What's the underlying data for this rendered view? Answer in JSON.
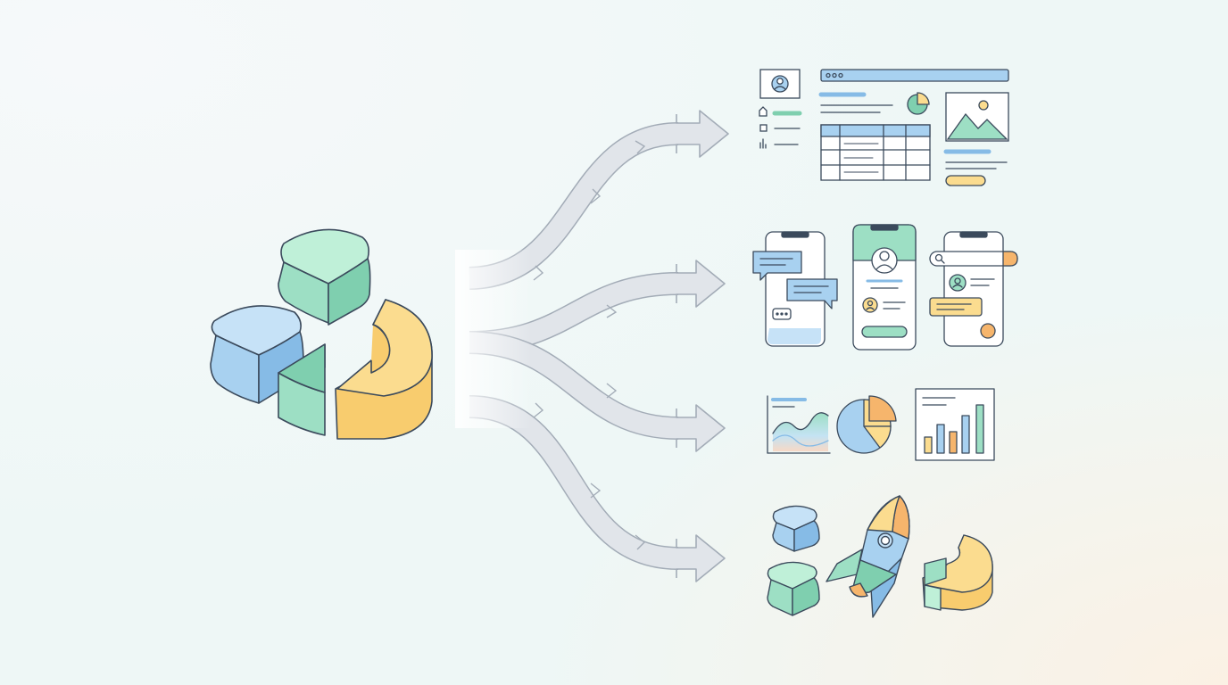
{
  "diagram": {
    "source": {
      "name": "modular-building-blocks",
      "parts": [
        "blue-cube",
        "green-cube",
        "green-wedge",
        "yellow-ring-segment"
      ]
    },
    "flow": {
      "connector": "branching-arrows",
      "branch_count": 4
    },
    "outputs": [
      {
        "name": "web-dashboard",
        "icons": [
          "profile-icon",
          "home-icon",
          "pie-chart-icon",
          "image-icon",
          "data-table"
        ]
      },
      {
        "name": "mobile-apps",
        "icons": [
          "chat-bubble-icon",
          "profile-icon",
          "search-bar"
        ]
      },
      {
        "name": "analytics-charts",
        "icons": [
          "area-chart",
          "pie-chart",
          "bar-chart"
        ]
      },
      {
        "name": "launch",
        "icons": [
          "blue-cube",
          "green-cube",
          "rocket-icon",
          "yellow-ring-segment"
        ]
      }
    ],
    "colors": {
      "blue": "#a8d1f0",
      "blue_dark": "#86bbe6",
      "green": "#9ddfc4",
      "green_dark": "#7fcfaf",
      "yellow": "#fbdc8f",
      "yellow_dark": "#f8cc6e",
      "orange": "#f6b56c",
      "outline": "#3b4a5c",
      "arrow_fill": "#e1e5ea",
      "arrow_stroke": "#a3acb7"
    }
  }
}
